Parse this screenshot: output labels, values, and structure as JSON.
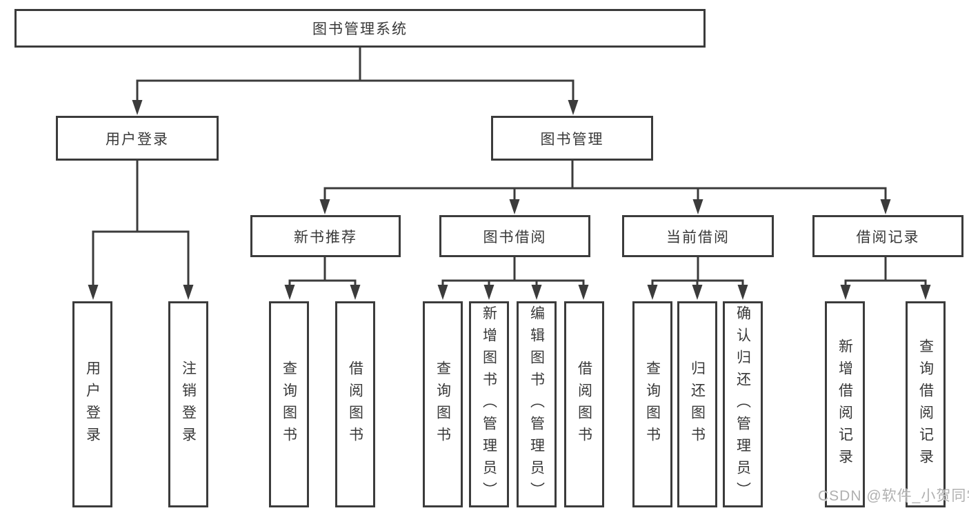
{
  "diagram": {
    "root": "图书管理系统",
    "level2": [
      "用户登录",
      "图书管理"
    ],
    "level3": [
      "新书推荐",
      "图书借阅",
      "当前借阅",
      "借阅记录"
    ],
    "children": {
      "user_login": [
        "用户登录",
        "注销登录"
      ],
      "new_book": [
        "查询图书",
        "借阅图书"
      ],
      "book_borrow": [
        "查询图书",
        "新增图书（管理员）",
        "编辑图书（管理员）",
        "借阅图书"
      ],
      "current_borrow": [
        "查询图书",
        "归还图书",
        "确认归还（管理员）"
      ],
      "borrow_record": [
        "新增借阅记录",
        "查询借阅记录"
      ]
    }
  },
  "watermark": "CSDN @软件_小贺同学",
  "colors": {
    "line": "#3b3b3b",
    "text": "#383838",
    "watermark": "#b0b0b0",
    "background": "#ffffff"
  }
}
